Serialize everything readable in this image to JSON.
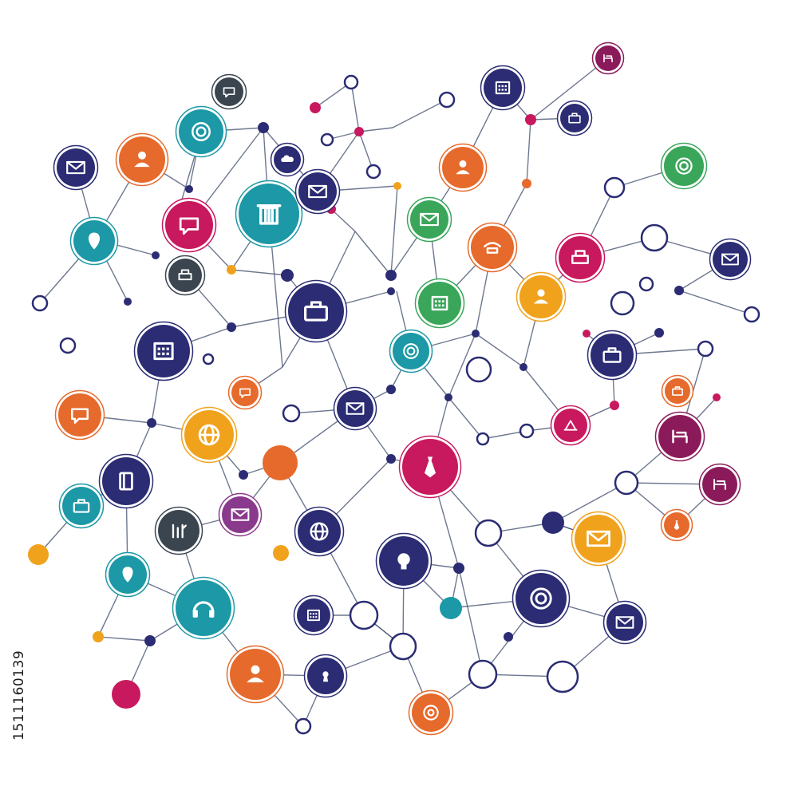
{
  "stock_id": "1511160139",
  "colors": {
    "navy": "#2b2c73",
    "orange": "#e66a2c",
    "teal": "#1c98a6",
    "green": "#3aa65a",
    "crimson": "#c8185e",
    "plum": "#8b1a5a",
    "amber": "#f0a21c",
    "slate": "#3a4550",
    "purple": "#8a3a8c",
    "line": "#3c4a6a"
  },
  "icons": [
    {
      "name": "mail-icon",
      "color": "navy"
    },
    {
      "name": "user-icon",
      "color": "orange"
    },
    {
      "name": "ring-icon",
      "color": "teal"
    },
    {
      "name": "chat-bubble-icon",
      "color": "slate"
    },
    {
      "name": "trash-icon",
      "color": "teal"
    },
    {
      "name": "mail-icon",
      "color": "navy"
    },
    {
      "name": "calendar-icon",
      "color": "navy"
    },
    {
      "name": "contact-icon",
      "color": "orange"
    },
    {
      "name": "chat-icon",
      "color": "crimson"
    },
    {
      "name": "location-pin-icon",
      "color": "teal"
    },
    {
      "name": "cloud-icon",
      "color": "navy"
    },
    {
      "name": "target-icon",
      "color": "green"
    },
    {
      "name": "mail-icon",
      "color": "green"
    },
    {
      "name": "briefcase-icon",
      "color": "navy"
    },
    {
      "name": "keyboard-icon",
      "color": "green"
    },
    {
      "name": "phone-icon",
      "color": "orange"
    },
    {
      "name": "folder-icon",
      "color": "navy"
    },
    {
      "name": "mail-icon",
      "color": "navy"
    },
    {
      "name": "user-icon",
      "color": "amber"
    },
    {
      "name": "printer-icon",
      "color": "crimson"
    },
    {
      "name": "chat-icon",
      "color": "orange"
    },
    {
      "name": "globe-icon",
      "color": "amber"
    },
    {
      "name": "mail-icon",
      "color": "navy"
    },
    {
      "name": "gift-icon",
      "color": "navy"
    },
    {
      "name": "chart-icon",
      "color": "navy"
    },
    {
      "name": "home-icon",
      "color": "crimson"
    },
    {
      "name": "chat-icon",
      "color": "orange"
    },
    {
      "name": "bed-icon",
      "color": "plum"
    },
    {
      "name": "bed-icon",
      "color": "plum"
    },
    {
      "name": "basket-icon",
      "color": "orange"
    },
    {
      "name": "book-icon",
      "color": "navy"
    },
    {
      "name": "shopping-bag-icon",
      "color": "teal"
    },
    {
      "name": "mail-icon",
      "color": "purple"
    },
    {
      "name": "tools-icon",
      "color": "slate"
    },
    {
      "name": "location-pin-icon",
      "color": "teal"
    },
    {
      "name": "headphones-icon",
      "color": "teal"
    },
    {
      "name": "user-icon",
      "color": "orange"
    },
    {
      "name": "lock-icon",
      "color": "navy"
    },
    {
      "name": "globe-icon",
      "color": "navy"
    },
    {
      "name": "tie-icon",
      "color": "crimson"
    },
    {
      "name": "lightbulb-icon",
      "color": "navy"
    },
    {
      "name": "disc-icon",
      "color": "navy"
    },
    {
      "name": "mail-icon",
      "color": "amber"
    },
    {
      "name": "mail-icon",
      "color": "navy"
    },
    {
      "name": "coffee-icon",
      "color": "plum"
    },
    {
      "name": "at-sign-icon",
      "color": "orange"
    },
    {
      "name": "tie-icon",
      "color": "orange"
    },
    {
      "name": "sync-icon",
      "color": "teal"
    },
    {
      "name": "document-icon",
      "color": "navy"
    },
    {
      "name": "printer-icon",
      "color": "slate"
    }
  ]
}
